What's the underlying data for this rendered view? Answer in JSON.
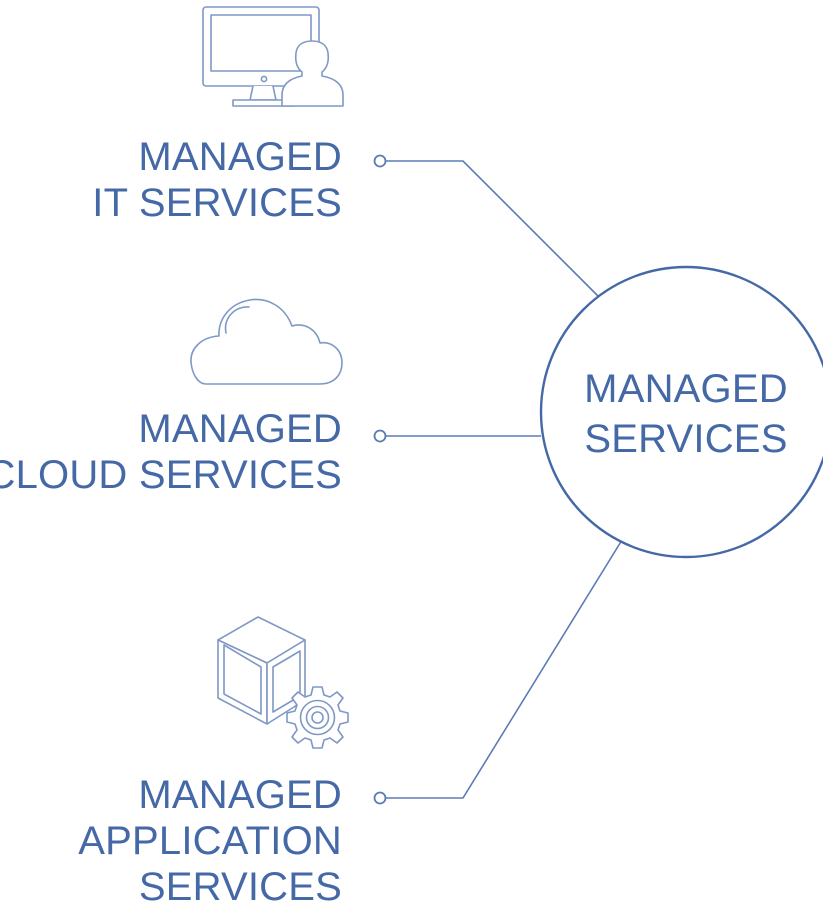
{
  "hub": {
    "lines": [
      "MANAGED",
      "SERVICES"
    ]
  },
  "services": [
    {
      "icon": "computer-user-icon",
      "lines": [
        "MANAGED",
        "IT SERVICES"
      ]
    },
    {
      "icon": "cloud-icon",
      "lines": [
        "MANAGED",
        "CLOUD SERVICES"
      ]
    },
    {
      "icon": "box-gear-icon",
      "lines": [
        "MANAGED",
        "APPLICATION",
        "SERVICES"
      ]
    }
  ],
  "colors": {
    "text": "#4568a7",
    "circle": "#4568a7",
    "connector": "#5b7bb5",
    "icon_stroke": "#7f98c6"
  }
}
